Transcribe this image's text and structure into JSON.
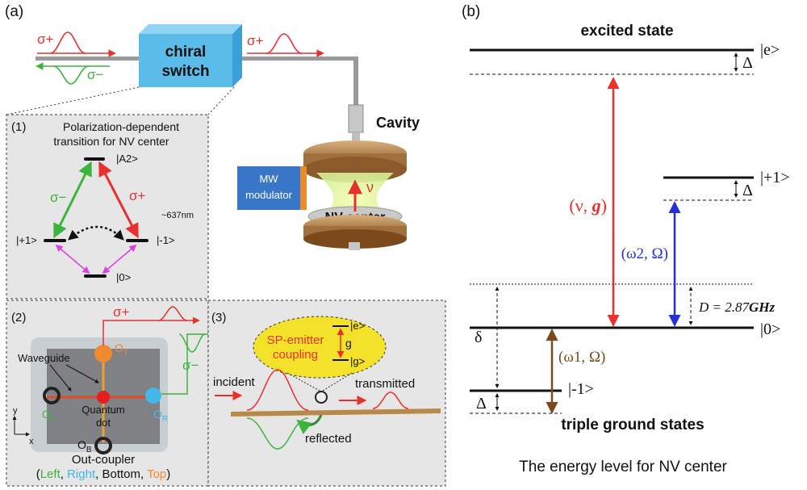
{
  "panel_a": {
    "label": "(a)",
    "top": {
      "sigma_plus_in": "σ+",
      "sigma_minus_out": "σ−",
      "sigma_plus_out": "σ+",
      "switch_line1": "chiral",
      "switch_line2": "switch",
      "cavity": "Cavity",
      "mw_line1": "MW",
      "mw_line2": "modulator",
      "nu": "ν",
      "nv_center": "NV center"
    },
    "box1": {
      "number": "(1)",
      "title_line1": "Polarization-dependent",
      "title_line2": "transition for NV center",
      "level_a2": "|A2>",
      "level_plus1": "|+1>",
      "level_minus1": "|-1>",
      "level_0": "|0>",
      "sigma_minus": "σ−",
      "sigma_plus": "σ+",
      "wavelength": "~637nm"
    },
    "box2": {
      "number": "(2)",
      "sigma_plus": "σ+",
      "sigma_minus": "σ−",
      "waveguide": "Waveguide",
      "quantum_line1": "Quantum",
      "quantum_line2": "dot",
      "ot": "O",
      "ot_sub": "T",
      "ol": "O",
      "ol_sub": "L",
      "or": "O",
      "or_sub": "R",
      "ob": "O",
      "ob_sub": "B",
      "axis_y": "y",
      "axis_x": "x",
      "outcoupler": "Out-coupler",
      "legend_open": "(",
      "legend_left": "Left",
      "legend_right": "Right",
      "legend_bottom": "Bottom",
      "legend_top": "Top",
      "legend_close": ")",
      "sep": ", ",
      "colors": {
        "left": "#3db43d",
        "right": "#45b6ea",
        "bottom": "#111111",
        "top": "#f08a30"
      }
    },
    "box3": {
      "number": "(3)",
      "bubble_line1": "SP-emitter",
      "bubble_line2": "coupling",
      "e": "|e>",
      "g_level": "|g>",
      "g": "g",
      "incident": "incident",
      "transmitted": "transmitted",
      "reflected": "reflected"
    }
  },
  "panel_b": {
    "label": "(b)",
    "excited_state": "excited state",
    "ket_e": "|e>",
    "delta_top": "Δ",
    "ket_plus1": "|+1>",
    "delta_mid": "Δ",
    "nu_g_open": "(ν, ",
    "nu_g_g": "g",
    "nu_g_close": ")",
    "omega2_label": "(ω2, Ω)",
    "d_value": "D = 2.87",
    "d_unit": "GHz",
    "ket_0": "|0>",
    "small_delta": "δ",
    "omega1_label": "(ω1, Ω)",
    "ket_minus1": "|-1>",
    "delta_bot": "Δ",
    "ground_states": "triple ground states",
    "caption": "The energy level for  NV center"
  }
}
